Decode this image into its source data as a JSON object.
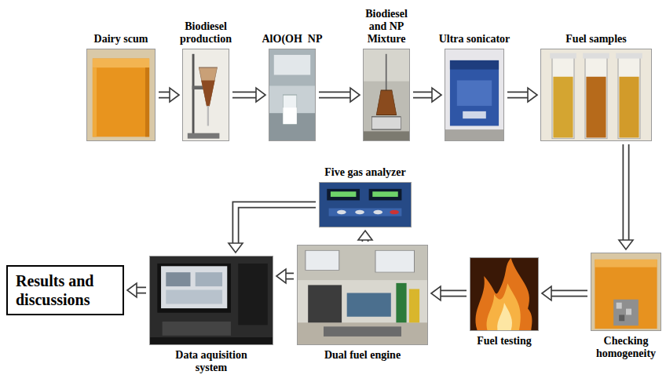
{
  "diagram": {
    "nodes": [
      {
        "text": [
          "Dairy scum"
        ]
      },
      {
        "text": [
          "Biodiesel production"
        ]
      },
      {
        "text": [
          "AlO(OH  NP"
        ]
      },
      {
        "text": [
          "Biodiesel and NP Mixture"
        ]
      },
      {
        "text": [
          "Ultra sonicator"
        ]
      },
      {
        "text": [
          "Fuel samples"
        ]
      },
      {
        "text": [
          "Checking homogeneity"
        ]
      },
      {
        "text": [
          "Fuel testing"
        ]
      },
      {
        "text": [
          "Dual fuel engine"
        ]
      },
      {
        "text": [
          "Five gas analyzer"
        ]
      },
      {
        "text": [
          "Data aquisition system"
        ]
      },
      {
        "text": [
          "Results and discussions"
        ]
      }
    ],
    "edges": [
      {
        "from": 0,
        "to": 1,
        "arrow": "to"
      },
      {
        "from": 1,
        "to": 2,
        "arrow": "to"
      },
      {
        "from": 2,
        "to": 3,
        "arrow": "to"
      },
      {
        "from": 3,
        "to": 4,
        "arrow": "to"
      },
      {
        "from": 4,
        "to": 5,
        "arrow": "to"
      },
      {
        "from": 5,
        "to": 6,
        "arrow": "to"
      },
      {
        "from": 6,
        "to": 7,
        "arrow": "to"
      },
      {
        "from": 7,
        "to": 8,
        "arrow": "to"
      },
      {
        "from": 8,
        "to": 9,
        "arrow": "to"
      },
      {
        "from": 9,
        "to": 10,
        "arrow": "to"
      },
      {
        "from": 8,
        "to": 10,
        "arrow": "to"
      },
      {
        "from": 10,
        "to": 11,
        "arrow": "to"
      }
    ]
  }
}
